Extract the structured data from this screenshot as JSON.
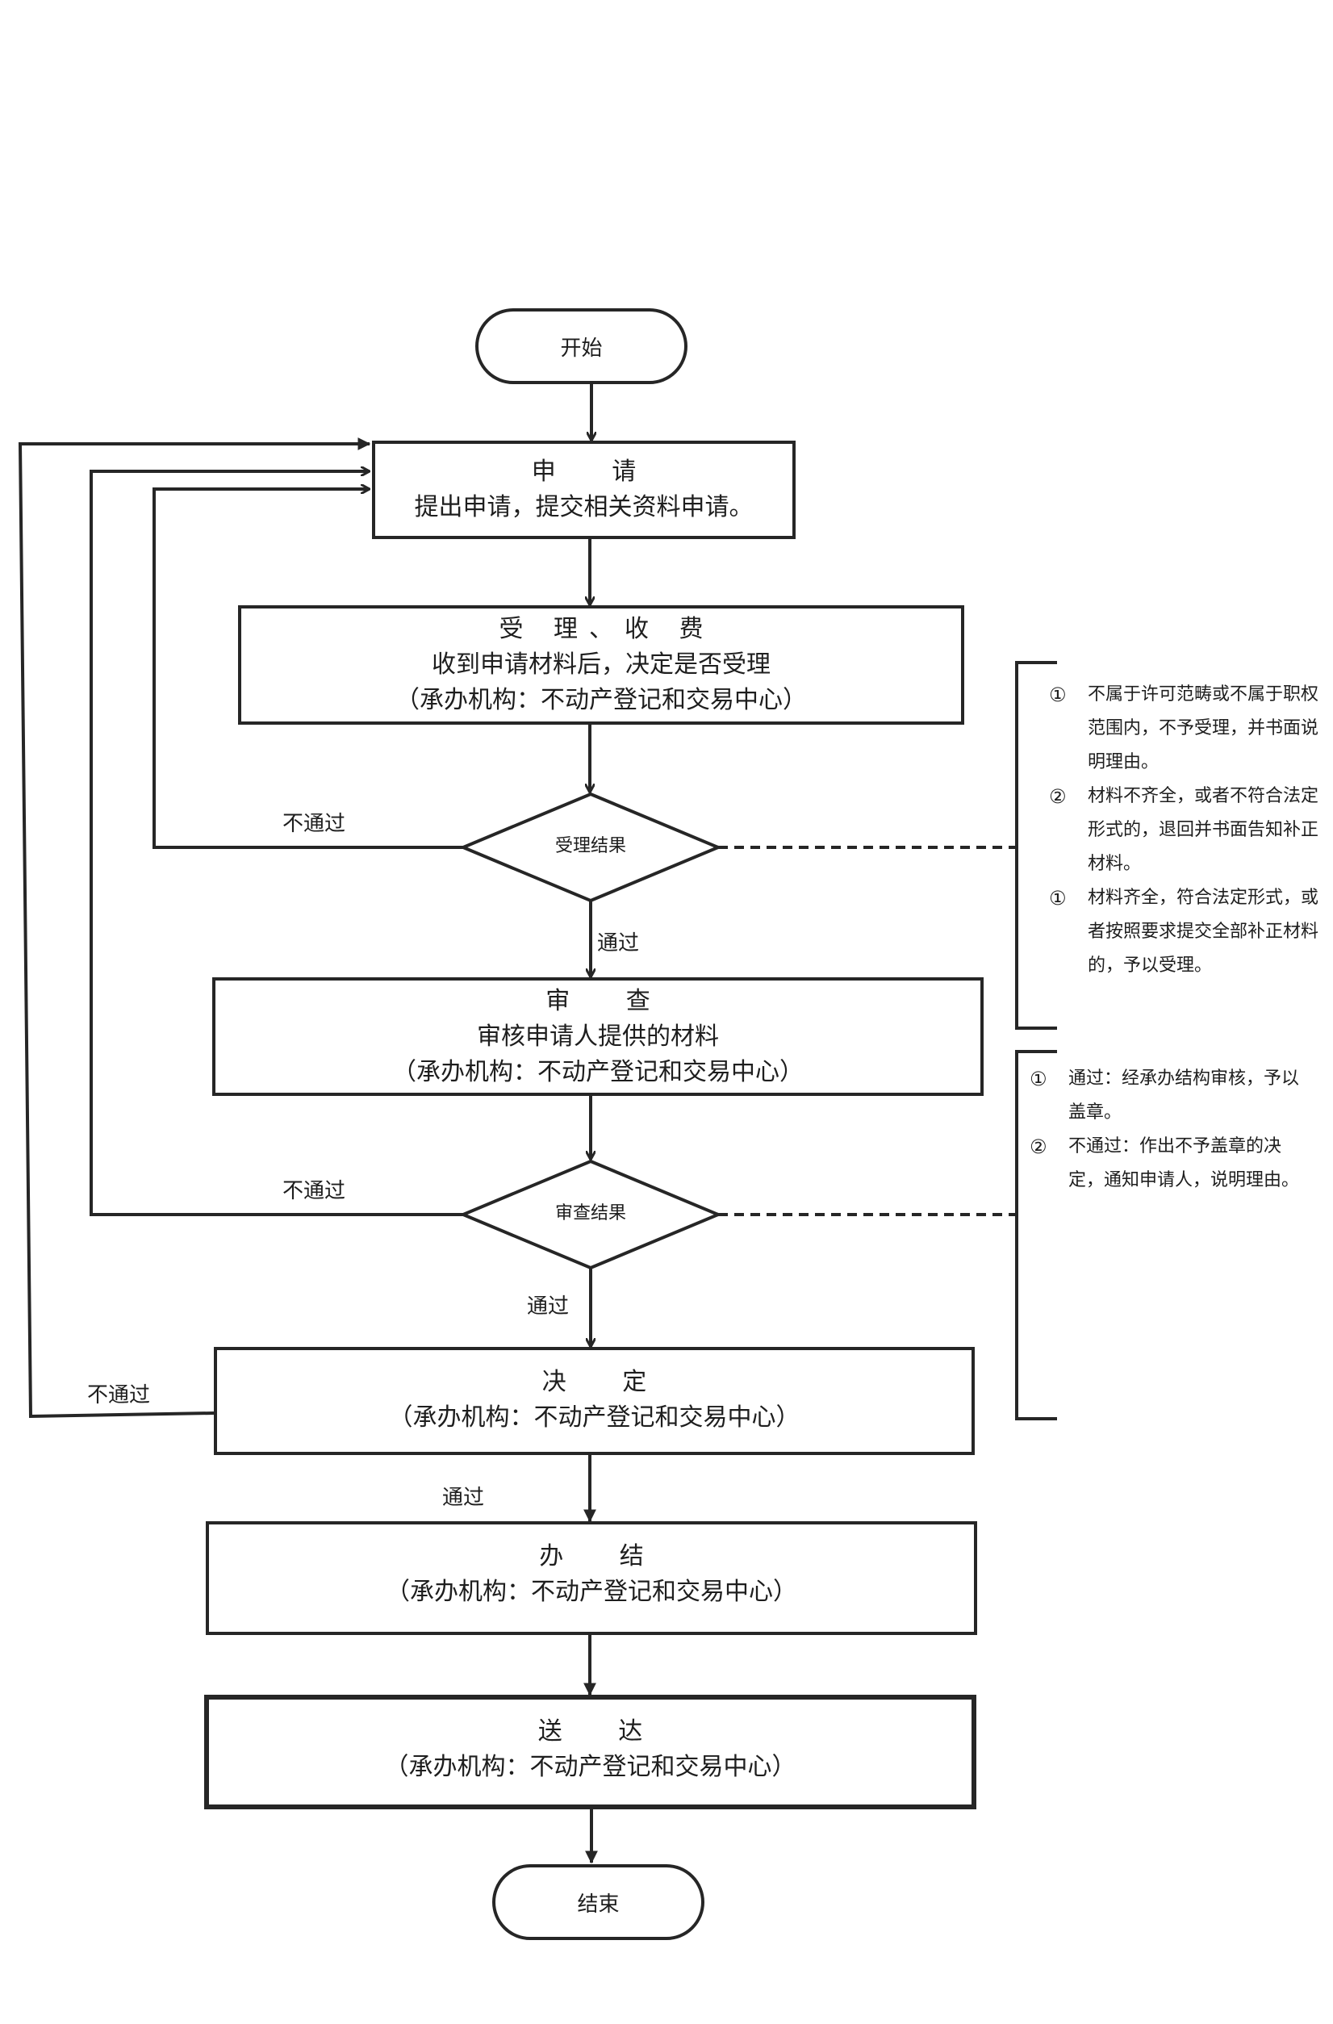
{
  "flowchart": {
    "start": {
      "label": "开始"
    },
    "end": {
      "label": "结束"
    },
    "steps": [
      {
        "id": "apply",
        "title": "申 请",
        "lines": [
          "提出申请，提交相关资料申请。"
        ]
      },
      {
        "id": "accept",
        "title": "受 理、收 费",
        "lines": [
          "收到申请材料后，决定是否受理",
          "（承办机构：不动产登记和交易中心）"
        ]
      },
      {
        "id": "review",
        "title": "审 查",
        "lines": [
          "审核申请人提供的材料",
          "（承办机构：不动产登记和交易中心）"
        ]
      },
      {
        "id": "decide",
        "title": "决 定",
        "lines": [
          "（承办机构：不动产登记和交易中心）"
        ]
      },
      {
        "id": "complete",
        "title": "办 结",
        "lines": [
          "（承办机构：不动产登记和交易中心）"
        ]
      },
      {
        "id": "deliver",
        "title": "送 达",
        "lines": [
          "（承办机构：不动产登记和交易中心）"
        ]
      }
    ],
    "decisions": [
      {
        "id": "accept-result",
        "label": "受理结果"
      },
      {
        "id": "review-result",
        "label": "审查结果"
      }
    ],
    "edge_labels": {
      "fail": "不通过",
      "pass": "通过"
    },
    "notes": [
      {
        "id": "accept-notes",
        "items": [
          {
            "num": "①",
            "text": "不属于许可范畴或不属于职权范围内，不予受理，并书面说明理由。"
          },
          {
            "num": "②",
            "text": "材料不齐全，或者不符合法定形式的，退回并书面告知补正材料。"
          },
          {
            "num": "①",
            "text": "材料齐全，符合法定形式，或者按照要求提交全部补正材料的，予以受理。"
          }
        ]
      },
      {
        "id": "review-notes",
        "items": [
          {
            "num": "①",
            "text": "通过：经承办结构审核，予以盖章。"
          },
          {
            "num": "②",
            "text": "不通过：作出不予盖章的决定，通知申请人，说明理由。"
          }
        ]
      }
    ]
  }
}
